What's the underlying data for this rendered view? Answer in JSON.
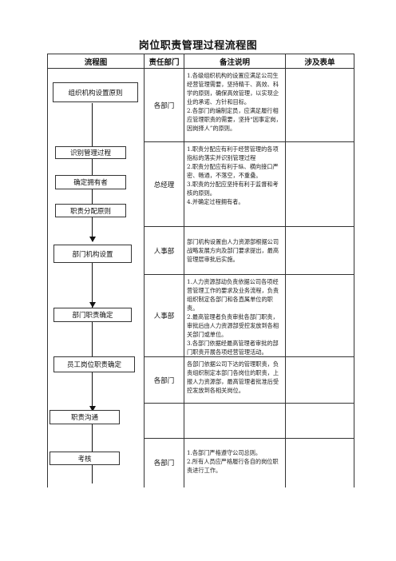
{
  "title": "岗位职责管理过程流程图",
  "headers": [
    "流程图",
    "责任部门",
    "备注说明",
    "涉及表单"
  ],
  "flow": {
    "org_principle": "组织机构设置原则",
    "identify": "识别管理过程",
    "owner": "确定拥有者",
    "duty_principle": "职责分配原则",
    "dept_setup": "部门机构设置",
    "dept_duty": "部门职责确定",
    "staff_duty": "员工岗位职责确定",
    "communicate": "职责沟通",
    "assess": "考核"
  },
  "rows": [
    {
      "dept": "各部门",
      "notes": [
        "1.各级组织机构的设置应满足公司生经营管理需要，坚持精干、高效、科学的原则，确保高效管理，以实现企业的承诺、方针和目标。",
        "2.各部门的编制定员，应满足履行相应管理职责的需要，坚持“因事定岗，因岗择人”的原则。"
      ],
      "forms": ""
    },
    {
      "dept": "总经理",
      "notes": [
        "1.职责分配应有利于经营管理的各项指标的落实并识别管理过程",
        "2.职责分配应有利于纵、横向接口严密、畅通，不落空，不重叠。",
        "3.职责的分配应坚持有利于监督和考核的原则。",
        "4.并确定过程拥有者。"
      ],
      "forms": ""
    },
    {
      "dept": "人事部",
      "notes": [
        "部门机构设置由人力资源部根据公司战略发展方向及部门要求提出，最高管理层审批后实施。"
      ],
      "forms": ""
    },
    {
      "dept": "人事部",
      "notes": [
        "1.人力资源部动负责依据公司各项经营管理工作的要求及业务流程，负责组织制定各部门和各直属单位的职责。",
        "2.最高管理者负责审批各部门职责，审批后由人力资源部受控发放到各相关部门或单位。",
        "3.各部门依据经最高管理者审批的部门职责开展各项经营管理活动。"
      ],
      "forms": ""
    },
    {
      "dept": "各部门",
      "notes": [
        "各部门依据公司下达的管理职责，负责组织制定本部门各岗位的职责，上报人力资源部，最高管理者批准后受控发放到各相关岗位。"
      ],
      "forms": ""
    },
    {
      "dept": "",
      "notes": [],
      "forms": ""
    },
    {
      "dept": "各部门",
      "notes": [
        "1.各部门严格遵守公司总则。",
        "2.所有人员应严格履行各自的岗位职责进行工作。"
      ],
      "forms": ""
    }
  ]
}
